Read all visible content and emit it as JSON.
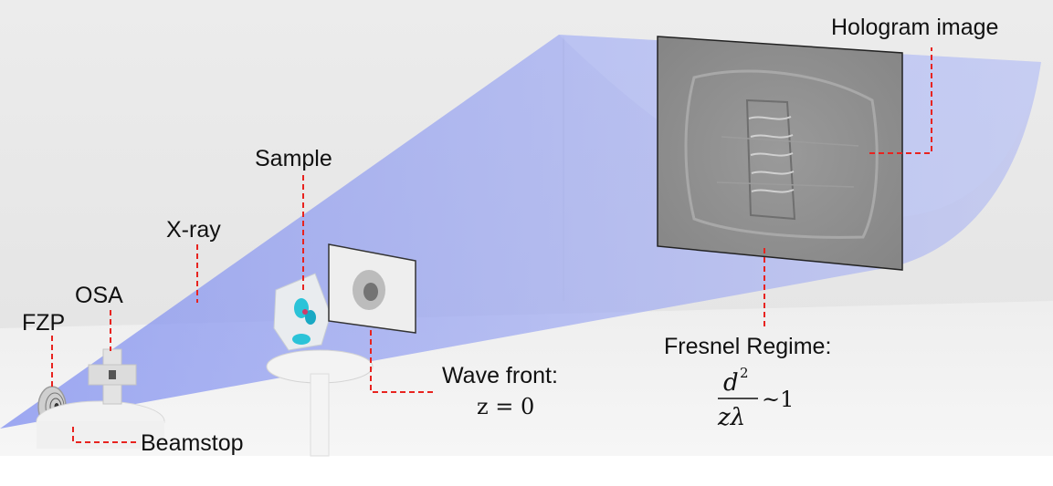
{
  "labels": {
    "hologram": "Hologram image",
    "sample": "Sample",
    "xray": "X-ray",
    "osa": "OSA",
    "fzp": "FZP",
    "beamstop": "Beamstop",
    "wavefront": "Wave front:",
    "wavefront_eq": "z = 0",
    "fresnel": "Fresnel Regime:",
    "fresnel_num_base": "d",
    "fresnel_num_exp": "2",
    "fresnel_den": "zλ",
    "fresnel_rel": "~1"
  },
  "colors": {
    "beam": "#9aa6f0",
    "leader": "#e8231f",
    "background": "#e9e9e9",
    "detector": "#8e8e8e"
  }
}
